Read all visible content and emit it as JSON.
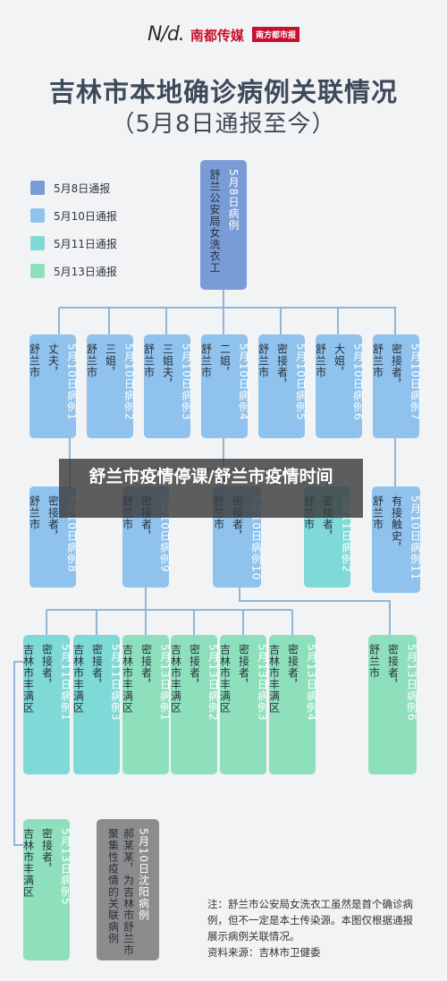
{
  "header": {
    "logo_mark": "N/d.",
    "logo_name": "南都传媒",
    "logo_paper": "南方都市报"
  },
  "title": "吉林市本地确诊病例关联情况",
  "subtitle": "（5月8日通报至今）",
  "legend": [
    {
      "label": "5月8日通报",
      "color": "#7a9cd6"
    },
    {
      "label": "5月10日通报",
      "color": "#8fc2ec"
    },
    {
      "label": "5月11日通报",
      "color": "#7fd9d6"
    },
    {
      "label": "5月13日通报",
      "color": "#8ee0bc"
    }
  ],
  "cases": {
    "root": {
      "title": "5月8日病例",
      "desc": "舒兰公安局女洗衣工"
    },
    "r2": [
      {
        "title": "5月10日病例1",
        "desc": [
          "丈夫，",
          "舒兰市"
        ]
      },
      {
        "title": "5月10日病例2",
        "desc": [
          "三姐，",
          "舒兰市"
        ]
      },
      {
        "title": "5月10日病例3",
        "desc": [
          "三姐夫，",
          "舒兰市"
        ]
      },
      {
        "title": "5月10日病例4",
        "desc": [
          "二姐，",
          "舒兰市"
        ]
      },
      {
        "title": "5月10日病例5",
        "desc": [
          "密接者，",
          "舒兰市"
        ]
      },
      {
        "title": "5月10日病例6",
        "desc": [
          "大姐，",
          "舒兰市"
        ]
      },
      {
        "title": "5月10日病例7",
        "desc": [
          "密接者，",
          "舒兰市"
        ]
      }
    ],
    "r3": [
      {
        "title": "5月10日病例8",
        "desc": [
          "密接者，",
          "舒兰市"
        ]
      },
      {
        "title": "5月10日病例9",
        "desc": [
          "密接者，",
          "舒兰市"
        ]
      },
      {
        "title": "5月10日病例10",
        "desc": [
          "密接者，",
          "舒兰市"
        ]
      },
      {
        "title": "5月11日病例2",
        "desc": [
          "密接者，",
          "舒兰市"
        ]
      },
      {
        "title": "5月10日病例11",
        "desc": [
          "有接触史，",
          "舒兰市"
        ]
      }
    ],
    "r4": [
      {
        "title": "5月11日病例1",
        "desc": [
          "密接者，",
          "吉林市丰满区"
        ]
      },
      {
        "title": "5月11日病例3",
        "desc": [
          "密接者，",
          "吉林市丰满区"
        ]
      },
      {
        "title": "5月13日病例1",
        "desc": [
          "密接者，",
          "吉林市丰满区"
        ]
      },
      {
        "title": "5月13日病例2",
        "desc": [
          "密接者，",
          "吉林市丰满区"
        ]
      },
      {
        "title": "5月13日病例3",
        "desc": [
          "密接者，",
          "吉林市丰满区"
        ]
      },
      {
        "title": "5月13日病例4",
        "desc": [
          "密接者，",
          "吉林市丰满区"
        ]
      },
      {
        "title": "5月13日病例6",
        "desc": [
          "密接者，",
          "舒兰市"
        ]
      }
    ],
    "r5": [
      {
        "title": "5月13日病例5",
        "desc": [
          "密接者，",
          "吉林市丰满区"
        ]
      },
      {
        "title": "5月10日沈阳病例",
        "desc": [
          "郝某某，为吉林市舒兰市",
          "聚集性疫情的关联病例"
        ]
      }
    ]
  },
  "overlay_title": "舒兰市疫情停课/舒兰市疫情时间",
  "note": {
    "text": "注：舒兰市公安局女洗衣工虽然是首个确诊病例，但不一定是本土传染源。本图仅根据通报展示病例关联情况。",
    "source": "资料来源：吉林市卫健委"
  }
}
